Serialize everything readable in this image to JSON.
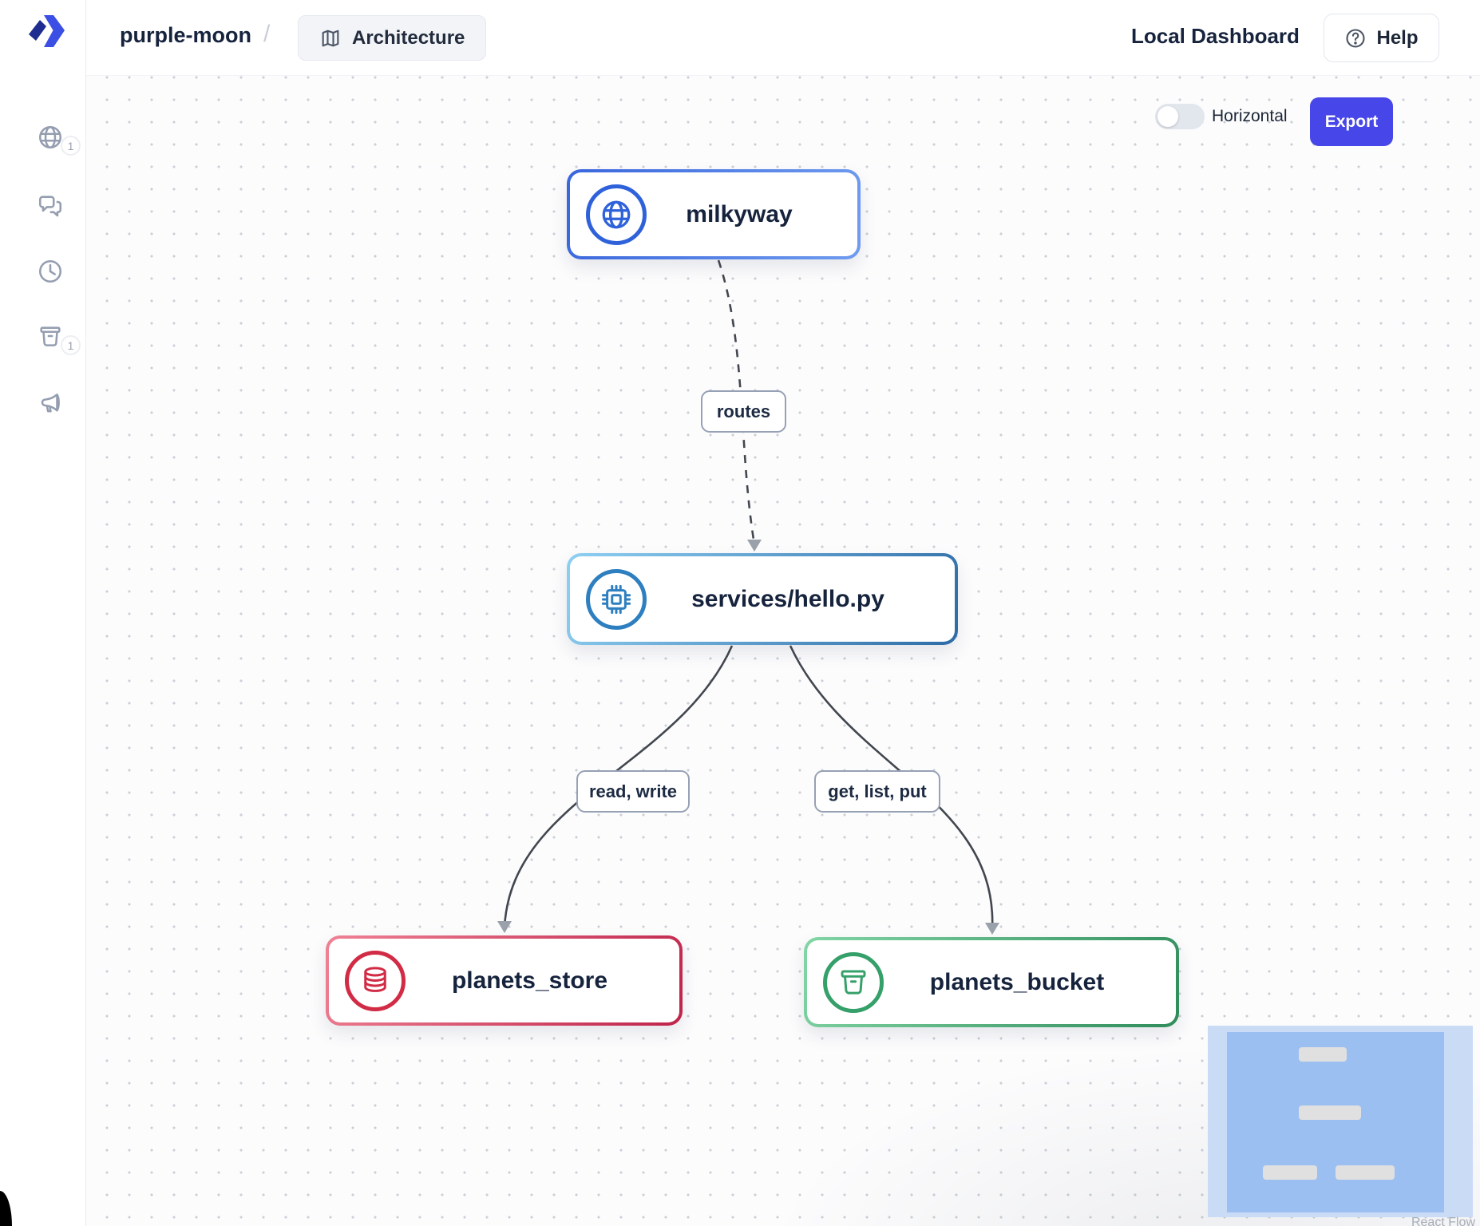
{
  "header": {
    "project_name": "purple-moon",
    "breadcrumb_separator": "/",
    "architecture_tab": "Architecture",
    "environment_label": "Local Dashboard",
    "help_button": "Help"
  },
  "sidebar": {
    "items": [
      {
        "icon": "globe-icon",
        "badge": "1"
      },
      {
        "icon": "chat-icon",
        "badge": null
      },
      {
        "icon": "clock-icon",
        "badge": null
      },
      {
        "icon": "box-icon",
        "badge": "1"
      },
      {
        "icon": "megaphone-icon",
        "badge": null
      }
    ]
  },
  "toolbar": {
    "orientation_toggle_label": "Horizontal",
    "toggle_state": "off",
    "export_button": "Export"
  },
  "diagram": {
    "nodes": [
      {
        "id": "milkyway",
        "label": "milkyway",
        "icon": "globe-icon",
        "accent": "#2f62da"
      },
      {
        "id": "services-hello",
        "label": "services/hello.py",
        "icon": "cpu-icon",
        "accent": "#2e7fc0"
      },
      {
        "id": "planets-store",
        "label": "planets_store",
        "icon": "database-icon",
        "accent": "#d22b45"
      },
      {
        "id": "planets-bucket",
        "label": "planets_bucket",
        "icon": "bucket-icon",
        "accent": "#35a069"
      }
    ],
    "edges": [
      {
        "from": "milkyway",
        "to": "services-hello",
        "label": "routes",
        "style": "dashed"
      },
      {
        "from": "services-hello",
        "to": "planets-store",
        "label": "read, write",
        "style": "solid"
      },
      {
        "from": "services-hello",
        "to": "planets-bucket",
        "label": "get, list, put",
        "style": "solid"
      }
    ]
  },
  "minimap": {
    "attribution": "React Flow"
  },
  "colors": {
    "export_button_bg": "#4746e9",
    "edge_stroke": "#42474f",
    "arrowhead": "#9aa1ab",
    "minimap_mask": "#cadbf6",
    "minimap_viewport": "#9cbff1"
  }
}
